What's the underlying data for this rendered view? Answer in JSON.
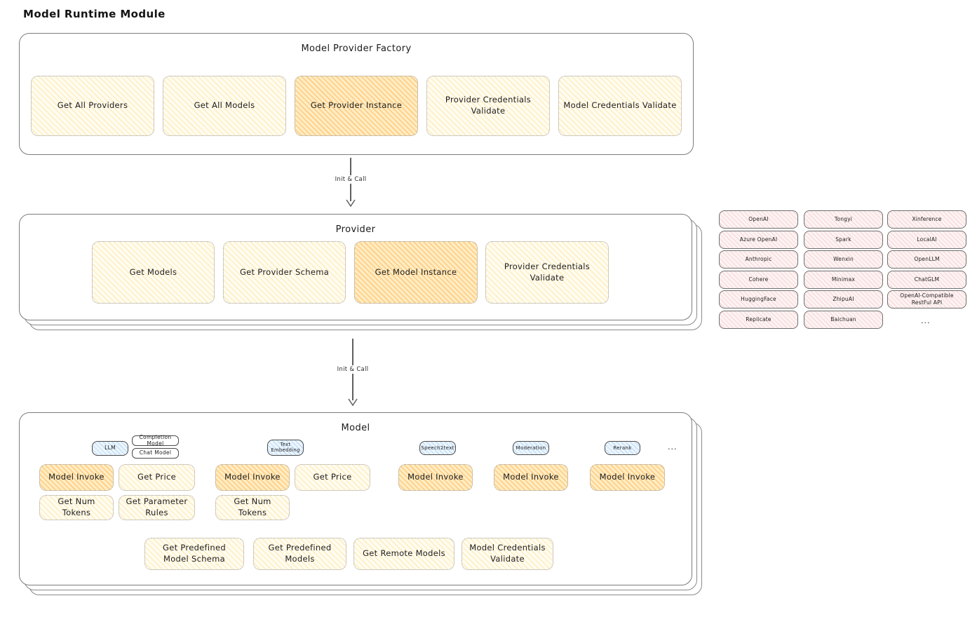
{
  "page": {
    "title": "Model Runtime Module"
  },
  "arrow1": {
    "label": "Init & Call"
  },
  "arrow2": {
    "label": "Init & Call"
  },
  "factory": {
    "title": "Model Provider Factory",
    "items": [
      {
        "label": "Get All Providers",
        "highlight": false
      },
      {
        "label": "Get All Models",
        "highlight": false
      },
      {
        "label": "Get Provider Instance",
        "highlight": true
      },
      {
        "label": "Provider Credentials Validate",
        "highlight": false
      },
      {
        "label": "Model Credentials Validate",
        "highlight": false
      }
    ]
  },
  "provider": {
    "title": "Provider",
    "items": [
      {
        "label": "Get Models",
        "highlight": false
      },
      {
        "label": "Get Provider Schema",
        "highlight": false
      },
      {
        "label": "Get Model Instance",
        "highlight": true
      },
      {
        "label": "Provider Credentials Validate",
        "highlight": false
      }
    ]
  },
  "providers_grid": {
    "rows": [
      [
        "OpenAI",
        "Tongyi",
        "Xinference"
      ],
      [
        "Azure OpenAI",
        "Spark",
        "LocalAI"
      ],
      [
        "Anthropic",
        "Wenxin",
        "OpenLLM"
      ],
      [
        "Cohere",
        "Minimax",
        "ChatGLM"
      ],
      [
        "HuggingFace",
        "ZhipuAI",
        "OpenAI-Compatible RestFul API"
      ],
      [
        "Replicate",
        "Baichuan"
      ]
    ],
    "ellipsis": "..."
  },
  "model": {
    "title": "Model",
    "ellipsis": "...",
    "tabs": {
      "llm": "LLM",
      "completion_model": "Completion Model",
      "chat_model": "Chat Model",
      "text_embedding": "Text Embedding",
      "speech2text": "Speech2text",
      "moderation": "Moderation",
      "rerank": "Rerank"
    },
    "boxes": {
      "model_invoke": "Model Invoke",
      "get_price": "Get Price",
      "get_num_tokens": "Get Num Tokens",
      "get_parameter_rules": "Get Parameter Rules"
    },
    "bottom": [
      {
        "label": "Get Predefined Model Schema"
      },
      {
        "label": "Get Predefined Models"
      },
      {
        "label": "Get Remote Models"
      },
      {
        "label": "Model Credentials Validate"
      }
    ]
  }
}
